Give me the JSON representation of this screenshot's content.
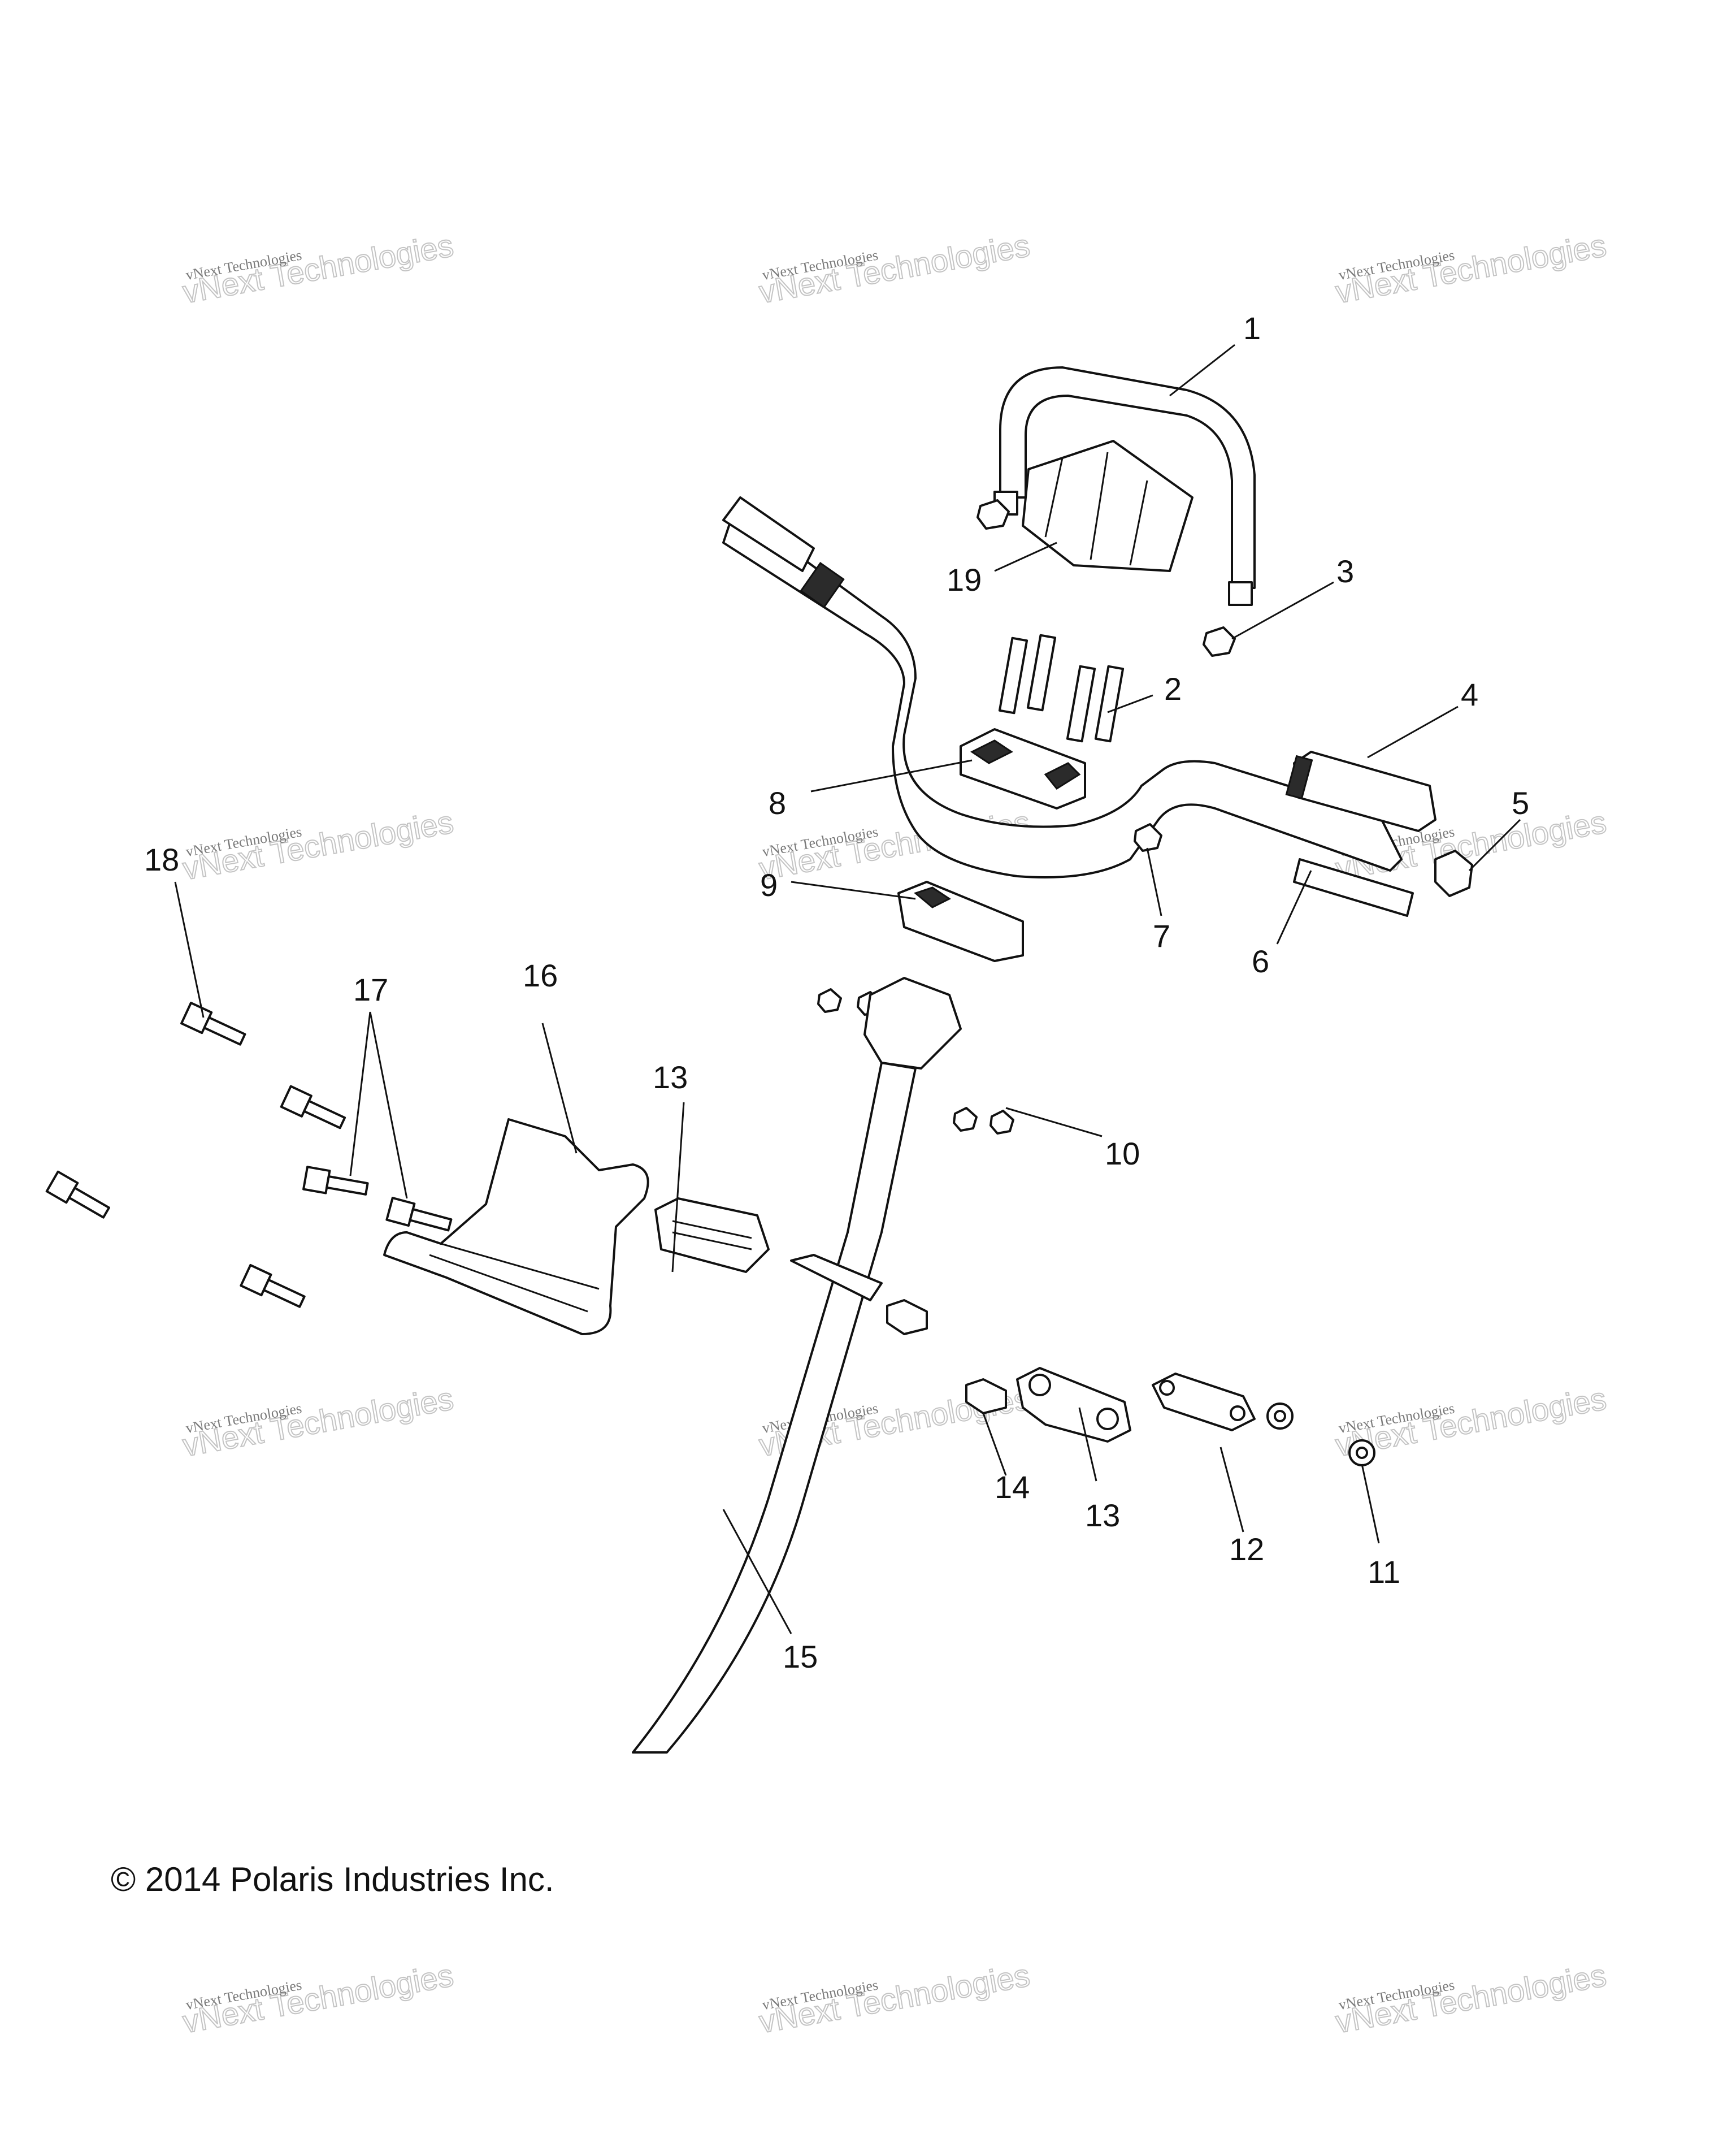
{
  "copyright": "© 2014 Polaris Industries Inc.",
  "watermark": {
    "line1": "vNext Technologies",
    "line2": "vNext Technologies",
    "color": "#c4c4c4"
  },
  "callouts": [
    "1",
    "2",
    "3",
    "4",
    "5",
    "6",
    "7",
    "8",
    "9",
    "10",
    "11",
    "12",
    "13",
    "13",
    "14",
    "15",
    "16",
    "17",
    "18",
    "19"
  ]
}
